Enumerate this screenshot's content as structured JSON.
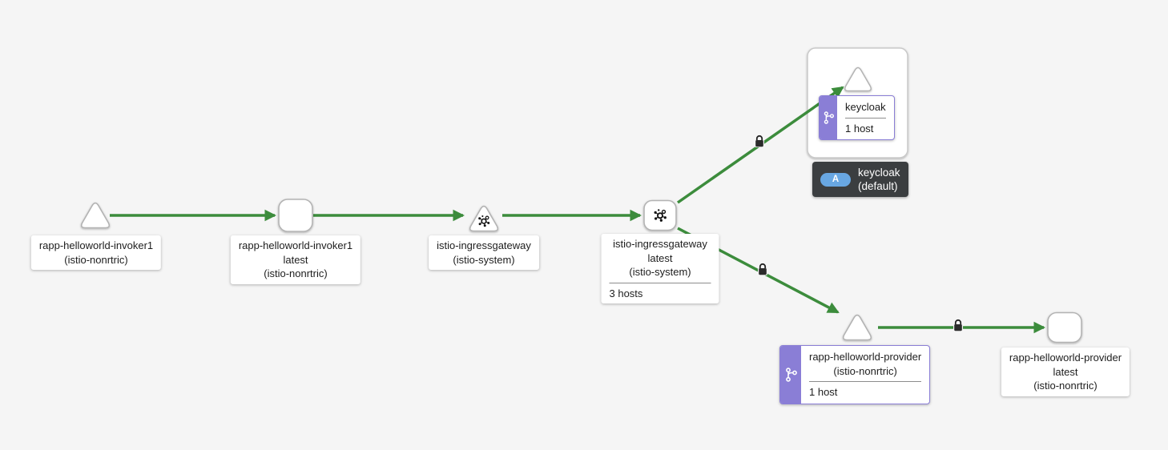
{
  "theme": {
    "background": "#f5f5f5",
    "edge_green": "#3c8c3c",
    "node_border_gray": "#b3b3b3",
    "purple_accent": "#8a7ed6",
    "app_badge_blue": "#68a7e2",
    "tooltip_dark": "#3b3e40",
    "lock_black": "#2b2b2b"
  },
  "nodes": {
    "invoker1_app": {
      "title": "rapp-helloworld-invoker1",
      "namespace": "(istio-nonrtric)"
    },
    "invoker1_workload": {
      "title": "rapp-helloworld-invoker1",
      "version": "latest",
      "namespace": "(istio-nonrtric)"
    },
    "ingress_app": {
      "title": "istio-ingressgateway",
      "namespace": "(istio-system)"
    },
    "ingress_workload": {
      "title": "istio-ingressgateway",
      "version": "latest",
      "namespace": "(istio-system)",
      "hosts": "3 hosts"
    },
    "keycloak_app": {
      "title": "keycloak",
      "hosts": "1 host"
    },
    "provider_app": {
      "title": "rapp-helloworld-provider",
      "namespace": "(istio-nonrtric)",
      "hosts": "1 host"
    },
    "provider_workload": {
      "title": "rapp-helloworld-provider",
      "version": "latest",
      "namespace": "(istio-nonrtric)"
    }
  },
  "group_tooltip": {
    "badge": "A",
    "name": "keycloak",
    "namespace": "(default)"
  }
}
